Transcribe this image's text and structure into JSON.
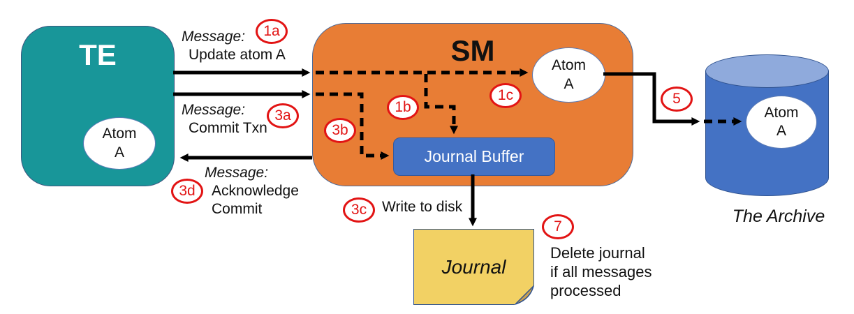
{
  "diagram": {
    "te": {
      "title": "TE",
      "atom": "Atom\nA"
    },
    "sm": {
      "title": "SM",
      "atom": "Atom\nA",
      "journal_buffer_label": "Journal Buffer"
    },
    "archive": {
      "atom": "Atom\nA",
      "caption": "The Archive"
    },
    "journal_note": {
      "label": "Journal"
    },
    "messages": {
      "update": {
        "prefix": "Message:",
        "body": "Update atom A",
        "badge": "1a"
      },
      "commit": {
        "prefix": "Message:",
        "body": "Commit Txn",
        "badge": "3a"
      },
      "ack": {
        "prefix": "Message:",
        "body": "Acknowledge\nCommit",
        "badge": "3d"
      }
    },
    "steps": {
      "s1b": "1b",
      "s1c": "1c",
      "s3b": "3b",
      "s3c": "3c",
      "s5": "5",
      "s7": "7"
    },
    "annotations": {
      "write_to_disk": "Write to disk",
      "delete_journal": "Delete journal\nif all messages\nprocessed"
    },
    "colors": {
      "te_fill": "#189699",
      "sm_fill": "#E87D35",
      "buffer_fill": "#4472C4",
      "cylinder_fill": "#4472C4",
      "cylinder_top_fill": "#8FAADC",
      "note_fill": "#F2D164",
      "badge_red": "#E21414",
      "arrow_black": "#000000"
    }
  }
}
